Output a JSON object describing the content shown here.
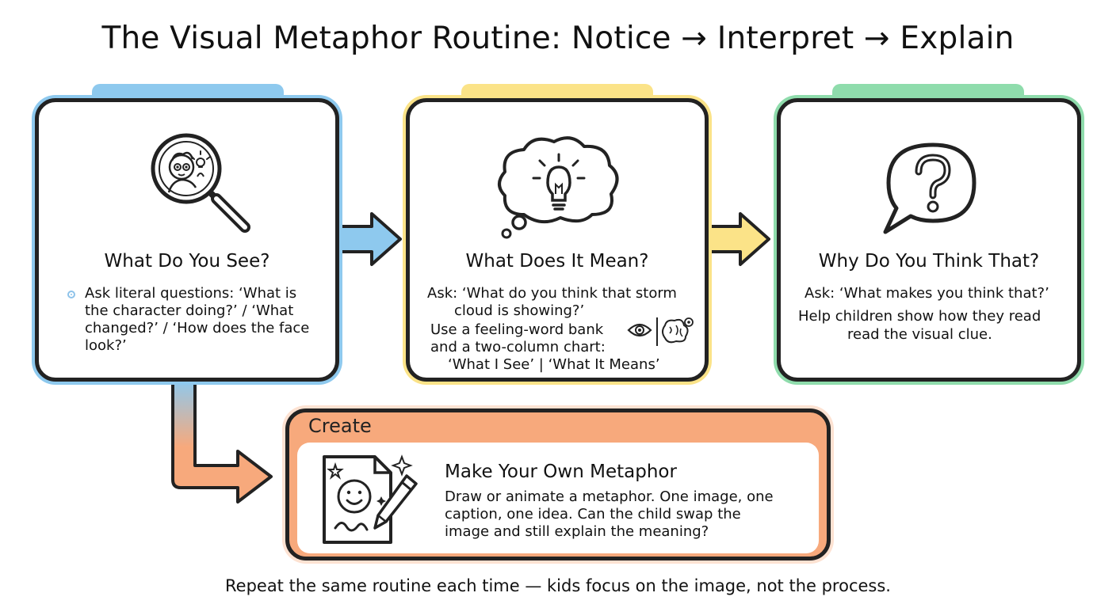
{
  "title": "The Visual Metaphor Routine: Notice → Interpret → Explain",
  "colors": {
    "blue": "#8ec9ee",
    "yellow": "#fbe388",
    "green": "#8fdcac",
    "orange": "#f7a97c"
  },
  "cards": [
    {
      "icon": "magnifying-glass-icon",
      "heading": "What Do You See?",
      "body": "Ask literal questions: ‘What is the character doing?’ / ‘What changed?’ / ‘How does the face look?’"
    },
    {
      "icon": "thought-bubble-lightbulb-icon",
      "heading": "What Does It Mean?",
      "line1": "Ask: ‘What do you think that storm",
      "line2": "cloud is showing?’",
      "line3": "Use a feeling-word bank",
      "line4": "and a two-column chart:",
      "line5": "‘What I See’ | ‘What It Means’"
    },
    {
      "icon": "speech-bubble-question-icon",
      "heading": "Why Do You Think That?",
      "line1": "Ask: ‘What makes you think that?’",
      "line2": "Help children show how they read",
      "line3": "read the visual clue."
    }
  ],
  "create": {
    "label": "Create",
    "icon": "drawing-pencil-icon",
    "heading": "Make Your Own Metaphor",
    "line1": "Draw or animate a metaphor. One image, one",
    "line2": "caption, one idea. Can the child swap the",
    "line3": "image and still explain the meaning?"
  },
  "footer": "Repeat the same routine each time — kids focus on the image, not the process."
}
